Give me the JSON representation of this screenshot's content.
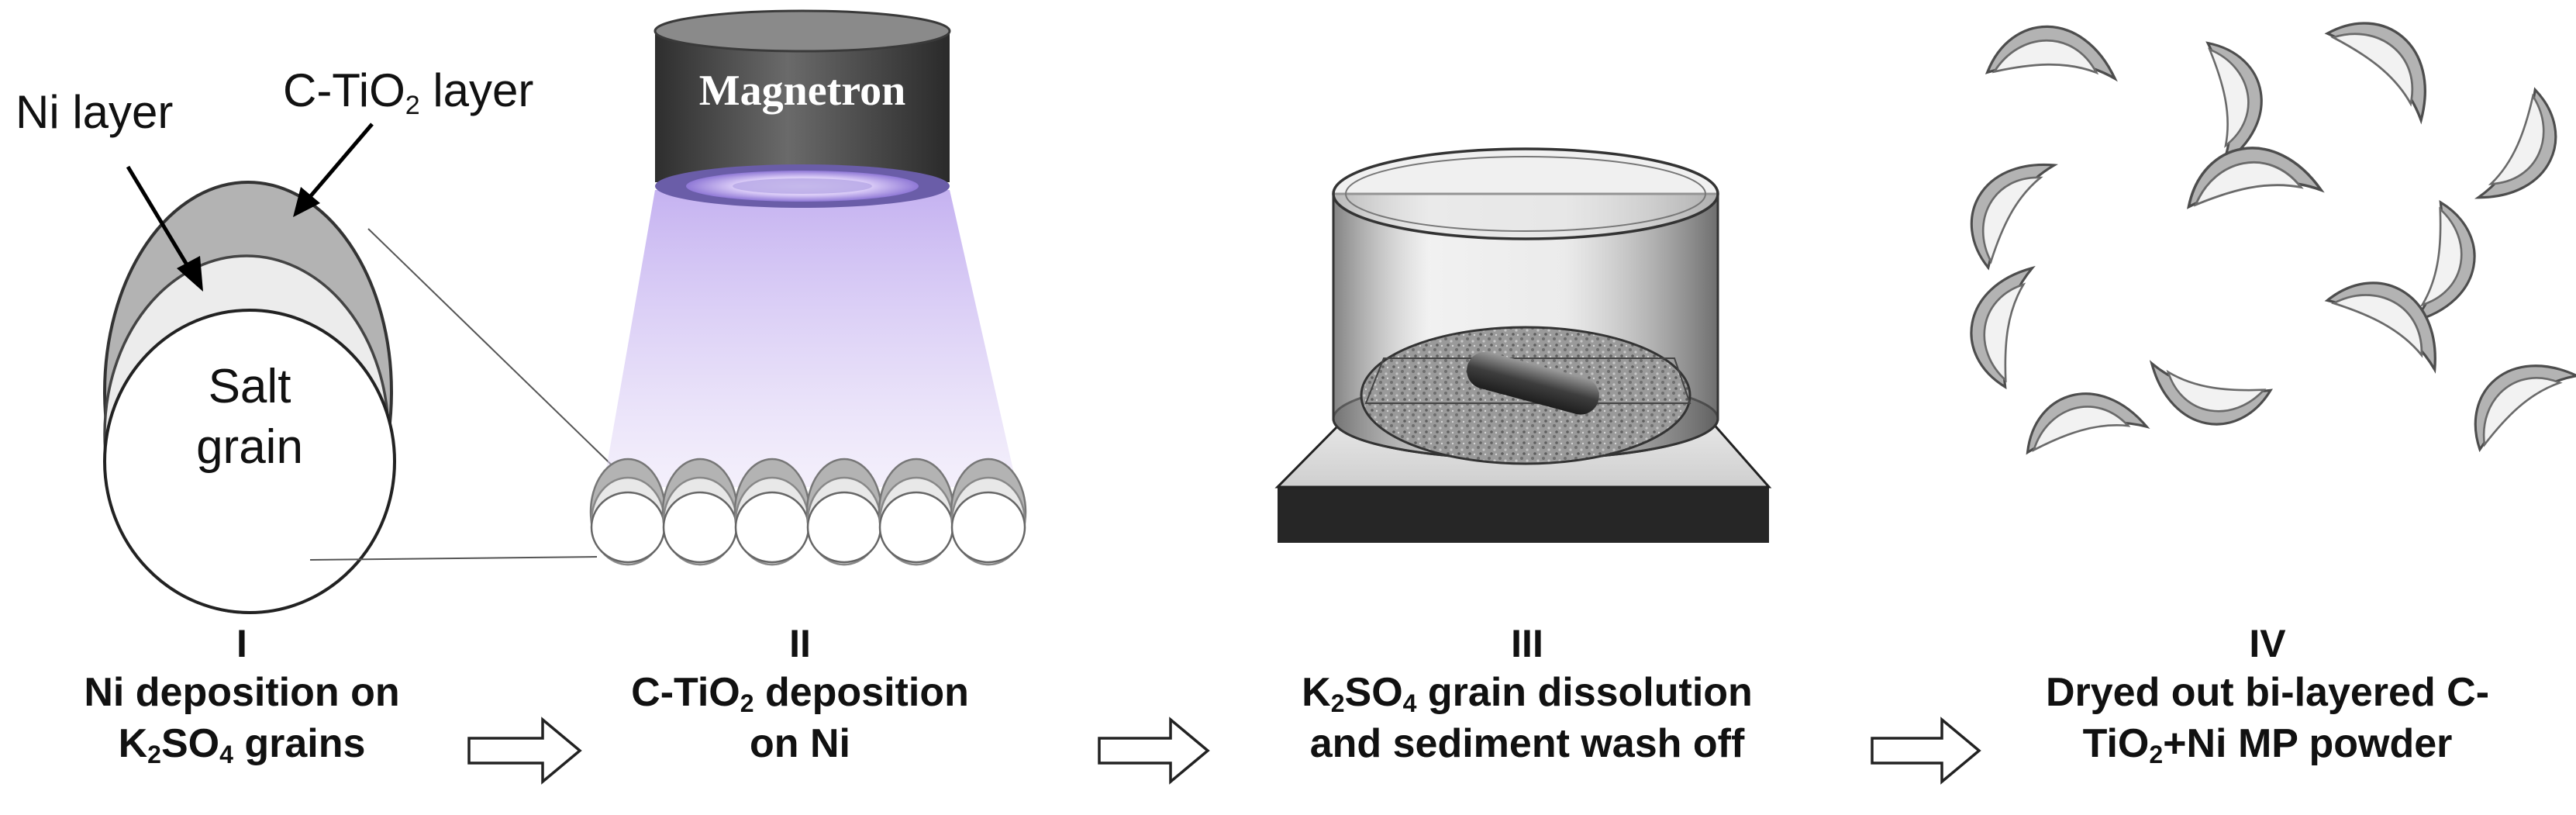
{
  "labels": {
    "ni_layer": "Ni layer",
    "ctio2_prefix": "C-TiO",
    "ctio2_sub": "2",
    "ctio2_suffix": " layer",
    "salt_line1": "Salt",
    "salt_line2": "grain",
    "magnetron": "Magnetron"
  },
  "steps": [
    {
      "numeral": "I",
      "line1": "Ni deposition on",
      "line2_a": "K",
      "line2_sub1": "2",
      "line2_b": "SO",
      "line2_sub2": "4",
      "line2_c": " grains"
    },
    {
      "numeral": "II",
      "line1_a": "C-TiO",
      "line1_sub": "2",
      "line1_b": " deposition",
      "line2": "on Ni"
    },
    {
      "numeral": "III",
      "line1_a": "K",
      "line1_sub1": "2",
      "line1_b": "SO",
      "line1_sub2": "4",
      "line1_c": " grain dissolution",
      "line2": "and sediment wash off"
    },
    {
      "numeral": "IV",
      "line1": "Dryed out bi-layered C-",
      "line2_a": "TiO",
      "line2_sub": "2",
      "line2_b": "+Ni MP powder"
    }
  ],
  "colors": {
    "shell_gray": "#b3b3b3",
    "ni_light": "#ededed",
    "magnetron_dark": "#4a4a4a",
    "plasma_violet": "#cdbdf0",
    "base_black": "#262626"
  }
}
